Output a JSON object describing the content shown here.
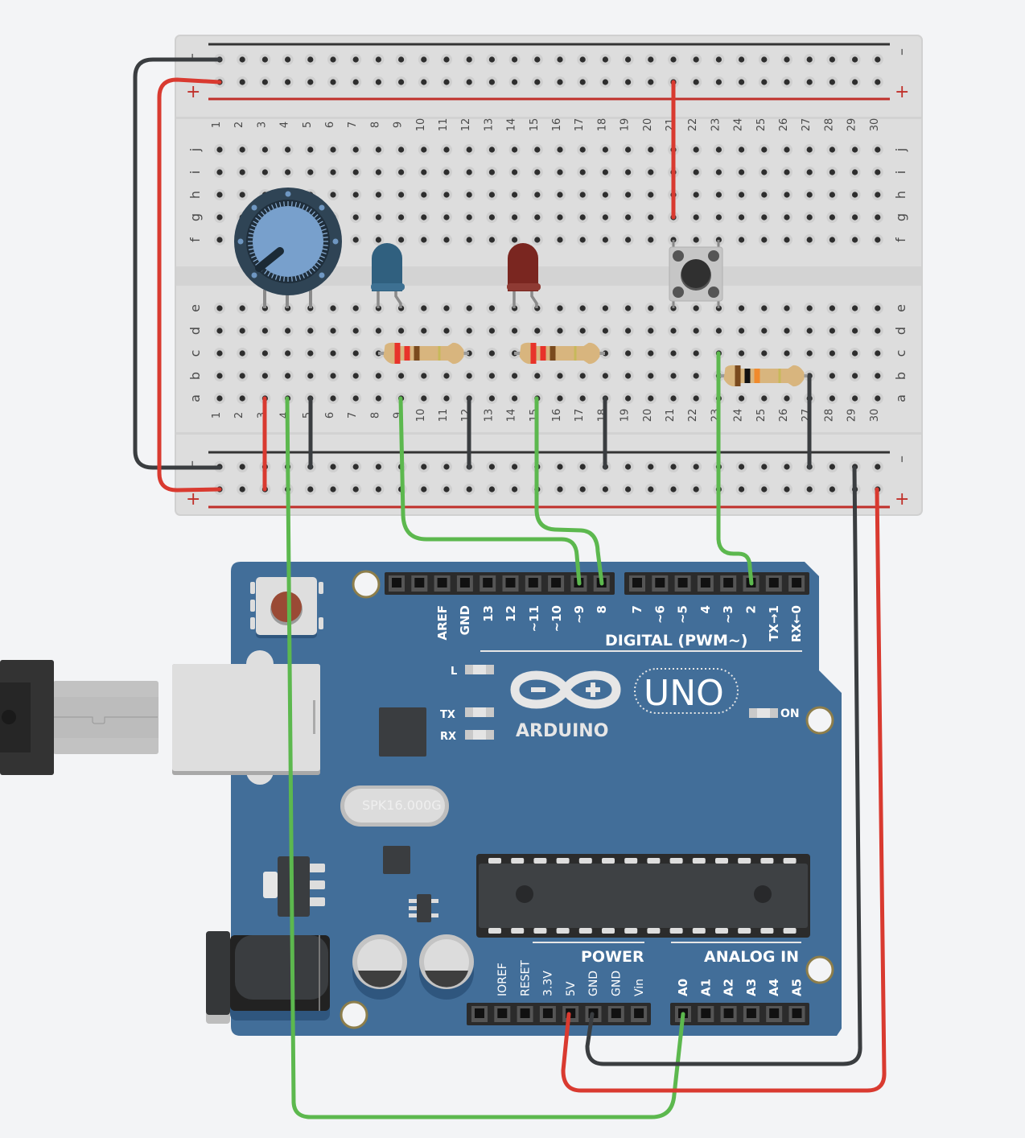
{
  "breadboard": {
    "columns": 30,
    "rows_top": [
      "j",
      "i",
      "h",
      "g",
      "f"
    ],
    "rows_bottom": [
      "e",
      "d",
      "c",
      "b",
      "a"
    ],
    "rail_minus": "–",
    "rail_plus": "+"
  },
  "components": {
    "potentiometer": {
      "name": "Potentiometer",
      "pins": [
        "e3",
        "e4",
        "e5"
      ]
    },
    "led_blue": {
      "name": "Blue LED",
      "color": "#30607f",
      "pins": [
        "e8",
        "e9"
      ]
    },
    "led_red": {
      "name": "Red LED",
      "color": "#7a2620",
      "pins": [
        "e14",
        "e15"
      ]
    },
    "pushbutton": {
      "name": "Pushbutton",
      "pins": [
        "f21",
        "f23",
        "e21",
        "e23"
      ]
    },
    "resistor_1": {
      "name": "Resistor",
      "bands": [
        "#e8332a",
        "#e8332a",
        "#7a4a1e",
        "#c7b95a"
      ],
      "pins": [
        "c8",
        "c12"
      ]
    },
    "resistor_2": {
      "name": "Resistor",
      "bands": [
        "#e8332a",
        "#e8332a",
        "#7a4a1e",
        "#c7b95a"
      ],
      "pins": [
        "c14",
        "c18"
      ]
    },
    "resistor_3": {
      "name": "Resistor",
      "bands": [
        "#7a4a1e",
        "#111111",
        "#f08a2c",
        "#c7b95a"
      ],
      "pins": [
        "b23",
        "b27"
      ]
    }
  },
  "arduino": {
    "brand": "ARDUINO",
    "model": "UNO",
    "crystal": "SPK16.000G",
    "led_l": "L",
    "led_tx": "TX",
    "led_rx": "RX",
    "led_on": "ON",
    "digital_header_label": "DIGITAL (PWM~)",
    "digital_pins_left": [
      "AREF",
      "GND",
      "13",
      "12",
      "~11",
      "~10",
      "~9",
      "8"
    ],
    "digital_pins_right": [
      "7",
      "~6",
      "~5",
      "4",
      "~3",
      "2",
      "TX→1",
      "RX←0"
    ],
    "power_label": "POWER",
    "power_pins": [
      "IOREF",
      "RESET",
      "3.3V",
      "5V",
      "GND",
      "GND",
      "Vin"
    ],
    "analog_label": "ANALOG IN",
    "analog_pins": [
      "A0",
      "A1",
      "A2",
      "A3",
      "A4",
      "A5"
    ]
  },
  "wires": [
    {
      "from": "top-rail -",
      "to": "bottom-rail -",
      "color": "#3a3d40"
    },
    {
      "from": "top-rail +",
      "to": "bottom-rail +",
      "color": "#d93a30"
    },
    {
      "from": "top-rail + col21",
      "to": "g21",
      "color": "#d93a30"
    },
    {
      "from": "a3",
      "to": "bottom-rail +",
      "color": "#d93a30"
    },
    {
      "from": "a4",
      "to": "A0",
      "color": "#5cb84e"
    },
    {
      "from": "a5",
      "to": "bottom-rail -",
      "color": "#3a3d40"
    },
    {
      "from": "a9",
      "to": "~9",
      "color": "#5cb84e"
    },
    {
      "from": "a12",
      "to": "bottom-rail -",
      "color": "#3a3d40"
    },
    {
      "from": "a15",
      "to": "8",
      "color": "#5cb84e"
    },
    {
      "from": "a18",
      "to": "bottom-rail -",
      "color": "#3a3d40"
    },
    {
      "from": "c23",
      "to": "2",
      "color": "#5cb84e"
    },
    {
      "from": "b27",
      "to": "bottom-rail -",
      "color": "#3a3d40"
    },
    {
      "from": "bottom-rail - col29",
      "to": "GND",
      "color": "#3a3d40"
    },
    {
      "from": "bottom-rail + col30",
      "to": "5V",
      "color": "#d93a30"
    }
  ],
  "colors": {
    "board_blue": "#426e99",
    "breadboard": "#dedede",
    "wire_green": "#5cb84e",
    "wire_red": "#d93a30",
    "wire_black": "#3a3d40"
  }
}
